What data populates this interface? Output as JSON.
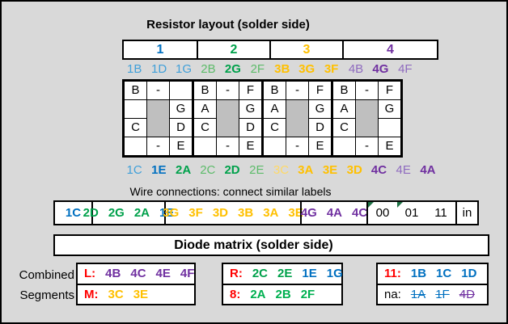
{
  "colors": {
    "background": "#D9D9D9",
    "grid_gray": "#BFBFBF",
    "black": "#000000",
    "red": "#FF0000",
    "blue": "#0070C0",
    "blue_light": "#41A0D9",
    "green": "#00A14B",
    "green_light": "#5DBB6A",
    "green_bright": "#00B050",
    "gold": "#FFC000",
    "gold_light": "#FFD966",
    "purple": "#7030A0",
    "purple_light": "#8F6BBF",
    "flag_green": "#1E7145"
  },
  "resistor": {
    "title": "Resistor layout (solder side)",
    "digit_groups": [
      {
        "label": "1",
        "color": "blue"
      },
      {
        "label": "2",
        "color": "green"
      },
      {
        "label": "3",
        "color": "gold"
      },
      {
        "label": "4",
        "color": "purple"
      }
    ],
    "top_labels": [
      {
        "text": "1B",
        "color": "blue_light",
        "bold": false
      },
      {
        "text": "1D",
        "color": "blue_light",
        "bold": false
      },
      {
        "text": "1G",
        "color": "blue_light",
        "bold": false
      },
      {
        "text": "2B",
        "color": "green_light",
        "bold": false
      },
      {
        "text": "2G",
        "color": "green",
        "bold": true
      },
      {
        "text": "2F",
        "color": "green_light",
        "bold": false
      },
      {
        "text": "3B",
        "color": "gold",
        "bold": true
      },
      {
        "text": "3G",
        "color": "gold",
        "bold": true
      },
      {
        "text": "3F",
        "color": "gold",
        "bold": true
      },
      {
        "text": "4B",
        "color": "purple_light",
        "bold": false
      },
      {
        "text": "4G",
        "color": "purple",
        "bold": true
      },
      {
        "text": "4F",
        "color": "purple_light",
        "bold": false
      }
    ],
    "grid_rows": [
      [
        {
          "t": "B"
        },
        {
          "t": "-"
        },
        {
          "t": ""
        },
        {
          "t": "B"
        },
        {
          "t": "-"
        },
        {
          "t": "F"
        },
        {
          "t": "B"
        },
        {
          "t": "-"
        },
        {
          "t": "F"
        },
        {
          "t": "B"
        },
        {
          "t": "-"
        },
        {
          "t": "F"
        }
      ],
      [
        {
          "t": ""
        },
        {
          "gray": true
        },
        {
          "t": "G"
        },
        {
          "t": "A"
        },
        {
          "gray": true
        },
        {
          "t": "G"
        },
        {
          "t": "A"
        },
        {
          "gray": true
        },
        {
          "t": "G"
        },
        {
          "t": "A"
        },
        {
          "gray": true
        },
        {
          "t": "G"
        }
      ],
      [
        {
          "t": "C"
        },
        {
          "t": "D"
        },
        {
          "t": "C"
        },
        {
          "t": "D"
        },
        {
          "t": "C"
        },
        {
          "t": "D"
        },
        {
          "t": "C"
        },
        {
          "t": ""
        }
      ],
      [
        {
          "t": ""
        },
        {
          "t": "-"
        },
        {
          "t": "E"
        },
        {
          "t": ""
        },
        {
          "t": "-"
        },
        {
          "t": "E"
        },
        {
          "t": ""
        },
        {
          "t": "-"
        },
        {
          "t": "E"
        },
        {
          "t": ""
        },
        {
          "t": "-"
        },
        {
          "t": "E"
        }
      ]
    ],
    "bottom_labels": [
      {
        "text": "1C",
        "color": "blue_light",
        "bold": false
      },
      {
        "text": "1E",
        "color": "blue",
        "bold": true
      },
      {
        "text": "2A",
        "color": "green",
        "bold": true
      },
      {
        "text": "2C",
        "color": "green_light",
        "bold": false
      },
      {
        "text": "2D",
        "color": "green",
        "bold": true
      },
      {
        "text": "2E",
        "color": "green_light",
        "bold": false
      },
      {
        "text": "3C",
        "color": "gold_light",
        "bold": false
      },
      {
        "text": "3A",
        "color": "gold",
        "bold": true
      },
      {
        "text": "3E",
        "color": "gold",
        "bold": true
      },
      {
        "text": "3D",
        "color": "gold",
        "bold": true
      },
      {
        "text": "4C",
        "color": "purple",
        "bold": true
      },
      {
        "text": "4E",
        "color": "purple_light",
        "bold": false
      },
      {
        "text": "4A",
        "color": "purple",
        "bold": true
      }
    ]
  },
  "wire": {
    "caption": "Wire connections: connect similar labels",
    "cells": [
      {
        "parts": [
          {
            "text": "1C",
            "color": "blue",
            "bold": true
          }
        ]
      },
      {
        "parts": [
          {
            "text": "2D",
            "color": "green",
            "bold": true
          },
          {
            "text": "2G",
            "color": "green",
            "bold": true
          },
          {
            "text": "2A",
            "color": "green",
            "bold": true
          },
          {
            "text": "1E",
            "color": "blue",
            "bold": true
          }
        ]
      },
      {
        "parts": [
          {
            "text": "3G",
            "color": "gold",
            "bold": true
          },
          {
            "text": "3F",
            "color": "gold",
            "bold": true
          },
          {
            "text": "3D",
            "color": "gold",
            "bold": true
          },
          {
            "text": "3B",
            "color": "gold",
            "bold": true
          },
          {
            "text": "3A",
            "color": "gold",
            "bold": true
          },
          {
            "text": "3E",
            "color": "gold",
            "bold": true
          }
        ]
      },
      {
        "parts": [
          {
            "text": "4G",
            "color": "purple",
            "bold": true
          },
          {
            "text": "4A",
            "color": "purple",
            "bold": true
          },
          {
            "text": "4C",
            "color": "purple",
            "bold": true
          }
        ]
      },
      {
        "parts": [
          {
            "text": "00",
            "color": "black",
            "bold": false,
            "flag": true
          },
          {
            "text": "01",
            "color": "black",
            "bold": false,
            "flag": true
          },
          {
            "text": "11",
            "color": "black",
            "bold": false
          }
        ]
      },
      {
        "parts": [
          {
            "text": "in",
            "color": "black",
            "bold": false
          }
        ]
      }
    ]
  },
  "diode": {
    "title": "Diode matrix (solder side)",
    "row_labels": [
      "Combined",
      "Segments"
    ],
    "boxes": [
      {
        "rows": [
          {
            "key": "L:",
            "key_color": "red",
            "key_bold": true,
            "items": [
              {
                "text": "4B",
                "color": "purple",
                "bold": true
              },
              {
                "text": "4C",
                "color": "purple",
                "bold": true
              },
              {
                "text": "4E",
                "color": "purple",
                "bold": true
              },
              {
                "text": "4F",
                "color": "purple",
                "bold": true
              }
            ]
          },
          {
            "key": "M:",
            "key_color": "red",
            "key_bold": true,
            "items": [
              {
                "text": "3C",
                "color": "gold",
                "bold": true
              },
              {
                "text": "3E",
                "color": "gold",
                "bold": true
              }
            ]
          }
        ]
      },
      {
        "rows": [
          {
            "key": "R:",
            "key_color": "red",
            "key_bold": true,
            "items": [
              {
                "text": "2C",
                "color": "green",
                "bold": true
              },
              {
                "text": "2E",
                "color": "green",
                "bold": true
              },
              {
                "text": "1E",
                "color": "blue",
                "bold": true
              },
              {
                "text": "1G",
                "color": "blue",
                "bold": true
              }
            ]
          },
          {
            "key": "8:",
            "key_color": "red",
            "key_bold": true,
            "items": [
              {
                "text": "2A",
                "color": "green_bright",
                "bold": true
              },
              {
                "text": "2B",
                "color": "green_bright",
                "bold": true
              },
              {
                "text": "2F",
                "color": "green_bright",
                "bold": true
              }
            ]
          }
        ]
      },
      {
        "rows": [
          {
            "key": "11:",
            "key_color": "red",
            "key_bold": true,
            "items": [
              {
                "text": "1B",
                "color": "blue",
                "bold": true
              },
              {
                "text": "1C",
                "color": "blue",
                "bold": true
              },
              {
                "text": "1D",
                "color": "blue",
                "bold": true
              }
            ]
          },
          {
            "key": "na:",
            "key_color": "black",
            "key_bold": false,
            "items": [
              {
                "text": "1A",
                "color": "blue",
                "bold": false,
                "strike": true
              },
              {
                "text": "1F",
                "color": "blue",
                "bold": false,
                "strike": true
              },
              {
                "text": "4D",
                "color": "purple",
                "bold": false,
                "strike": true
              }
            ]
          }
        ]
      }
    ]
  }
}
